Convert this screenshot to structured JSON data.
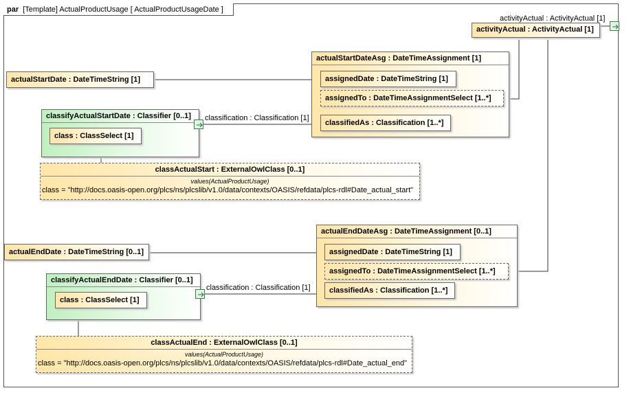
{
  "frame": {
    "keyword": "par",
    "title": "[Template] ActualProductUsage [  ActualProductUsageDate  ]"
  },
  "ports": {
    "activity_actual_label": "activityActual : ActivityActual [1]",
    "start_classification_label": "classification : Classification [1]",
    "end_classification_label": "classification : Classification [1]"
  },
  "parts": {
    "activity_actual": "activityActual : ActivityActual [1]",
    "actual_start_date": "actualStartDate : DateTimeString [1]",
    "actual_end_date": "actualEndDate : DateTimeString [0..1]",
    "start_asg": {
      "title": "actualStartDateAsg : DateTimeAssignment [1]",
      "assigned_date": "assignedDate : DateTimeString [1]",
      "assigned_to": "assignedTo : DateTimeAssignmentSelect [1..*]",
      "classified_as": "classifiedAs : Classification [1..*]"
    },
    "end_asg": {
      "title": "actualEndDateAsg : DateTimeAssignment [0..1]",
      "assigned_date": "assignedDate : DateTimeString [1]",
      "assigned_to": "assignedTo : DateTimeAssignmentSelect [1..*]",
      "classified_as": "classifiedAs : Classification [1..*]"
    },
    "classify_start": {
      "title": "classifyActualStartDate : Classifier [0..1]",
      "class": "class : ClassSelect [1]"
    },
    "classify_end": {
      "title": "classifyActualEndDate : Classifier [0..1]",
      "class": "class : ClassSelect [1]"
    },
    "class_actual_start": {
      "title": "classActualStart : ExternalOwlClass [0..1]",
      "stereotype": "values(ActualProductUsage)",
      "value": "class = \"http://docs.oasis-open.org/plcs/ns/plcslib/v1.0/data/contexts/OASIS/refdata/plcs-rdl#Date_actual_start\""
    },
    "class_actual_end": {
      "title": "classActualEnd : ExternalOwlClass [0..1]",
      "stereotype": "values(ActualProductUsage)",
      "value": "class = \"http://docs.oasis-open.org/plcs/ns/plcslib/v1.0/data/contexts/OASIS/refdata/plcs-rdl#Date_actual_end\""
    }
  },
  "colors": {
    "part_fill": "#ffe6a8",
    "classifier_fill": "#bff0bf",
    "port_fill": "#dff5e6",
    "line": "#333333"
  }
}
